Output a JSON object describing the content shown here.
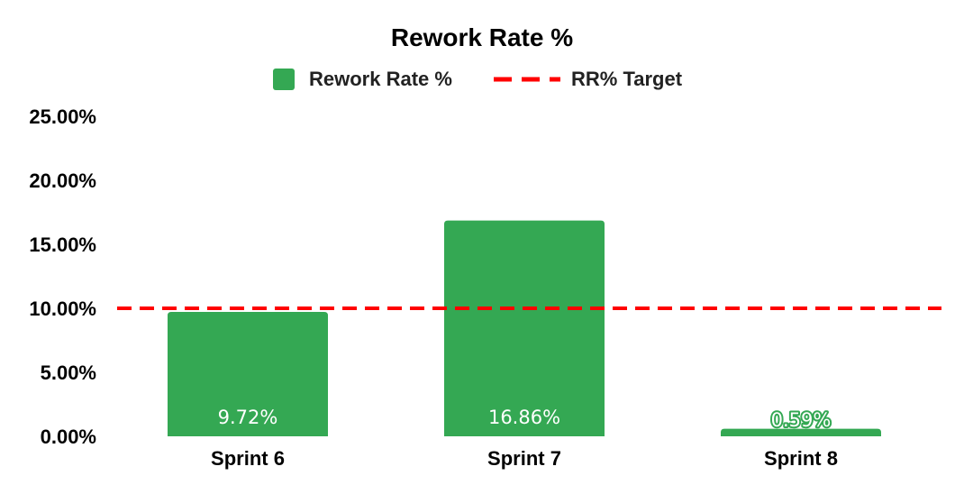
{
  "chart_data": {
    "type": "bar",
    "title": "Rework Rate %",
    "xlabel": "",
    "ylabel": "",
    "categories": [
      "Sprint 6",
      "Sprint 7",
      "Sprint 8"
    ],
    "series": [
      {
        "name": "Rework Rate %",
        "values": [
          9.72,
          16.86,
          0.59
        ],
        "color": "#34a853"
      }
    ],
    "target": {
      "name": "RR% Target",
      "value": 10.0,
      "color": "#ff0000",
      "style": "dashed"
    },
    "data_labels": [
      "9.72%",
      "16.86%",
      "0.59%"
    ],
    "ylim": [
      0,
      25
    ],
    "yticks": [
      0,
      5,
      10,
      15,
      20,
      25
    ],
    "ytick_labels": [
      "0.00%",
      "5.00%",
      "10.00%",
      "15.00%",
      "20.00%",
      "25.00%"
    ],
    "legend_position": "top",
    "grid": false
  }
}
